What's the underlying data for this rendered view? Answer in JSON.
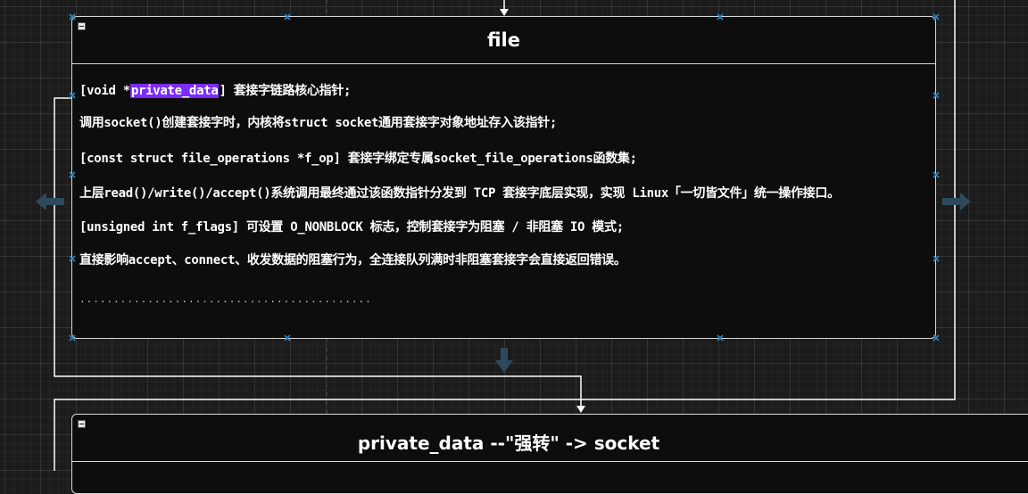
{
  "file_box": {
    "title": "file",
    "lines": [
      {
        "prefix": "[void *",
        "highlight": "private_data",
        "suffix": "] 套接字链路核心指针;"
      },
      {
        "text": "调用socket()创建套接字时，内核将struct socket通用套接字对象地址存入该指针;"
      },
      {
        "text": "[const struct file_operations *f_op] 套接字绑定专属socket_file_operations函数集;"
      },
      {
        "text": "上层read()/write()/accept()系统调用最终通过该函数指针分发到 TCP 套接字底层实现，实现 Linux「一切皆文件」统一操作接口。"
      },
      {
        "text": "[unsigned int f_flags] 可设置 O_NONBLOCK 标志，控制套接字为阻塞 / 非阻塞 IO 模式;"
      },
      {
        "text": "直接影响accept、connect、收发数据的阻塞行为，全连接队列满时非阻塞套接字会直接返回错误。"
      },
      {
        "text": "..........................................."
      }
    ]
  },
  "socket_box": {
    "title": "private_data --\"强转\" -> socket"
  },
  "colors": {
    "background": "#1c1c1c",
    "box_fill": "#0d0d0d",
    "border": "#d9d9d9",
    "highlight": "#7a2cff",
    "handle": "#2e86c1",
    "arrow_hint": "#2d4a5c"
  }
}
